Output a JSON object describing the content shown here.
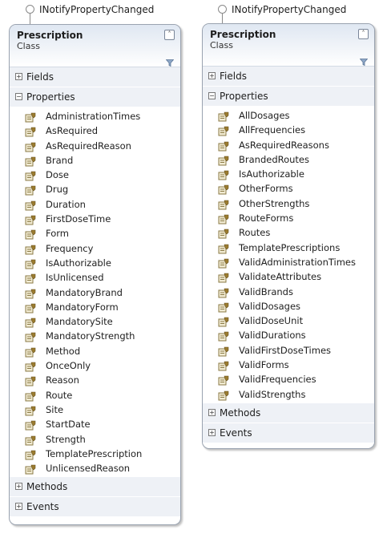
{
  "classes": [
    {
      "interface": "INotifyPropertyChanged",
      "name": "Prescription",
      "kind": "Class",
      "fields_label": "Fields",
      "properties_label": "Properties",
      "methods_label": "Methods",
      "events_label": "Events",
      "properties": [
        "AdministrationTimes",
        "AsRequired",
        "AsRequiredReason",
        "Brand",
        "Dose",
        "Drug",
        "Duration",
        "FirstDoseTime",
        "Form",
        "Frequency",
        "IsAuthorizable",
        "IsUnlicensed",
        "MandatoryBrand",
        "MandatoryForm",
        "MandatorySite",
        "MandatoryStrength",
        "Method",
        "OnceOnly",
        "Reason",
        "Route",
        "Site",
        "StartDate",
        "Strength",
        "TemplatePrescription",
        "UnlicensedReason"
      ]
    },
    {
      "interface": "INotifyPropertyChanged",
      "name": "Prescription",
      "kind": "Class",
      "fields_label": "Fields",
      "properties_label": "Properties",
      "methods_label": "Methods",
      "events_label": "Events",
      "properties": [
        "AllDosages",
        "AllFrequencies",
        "AsRequiredReasons",
        "BrandedRoutes",
        "IsAuthorizable",
        "OtherForms",
        "OtherStrengths",
        "RouteForms",
        "Routes",
        "TemplatePrescriptions",
        "ValidAdministrationTimes",
        "ValidateAttributes",
        "ValidBrands",
        "ValidDosages",
        "ValidDoseUnit",
        "ValidDurations",
        "ValidFirstDoseTimes",
        "ValidForms",
        "ValidFrequencies",
        "ValidStrengths"
      ]
    }
  ],
  "colors": {
    "border": "#9aa3b0",
    "section_bg": "#eef1f6",
    "header_top": "#dfe7f2"
  },
  "icons": {
    "member": "property-icon",
    "collapse": "chevron-up-icon",
    "filter": "filter-icon"
  }
}
